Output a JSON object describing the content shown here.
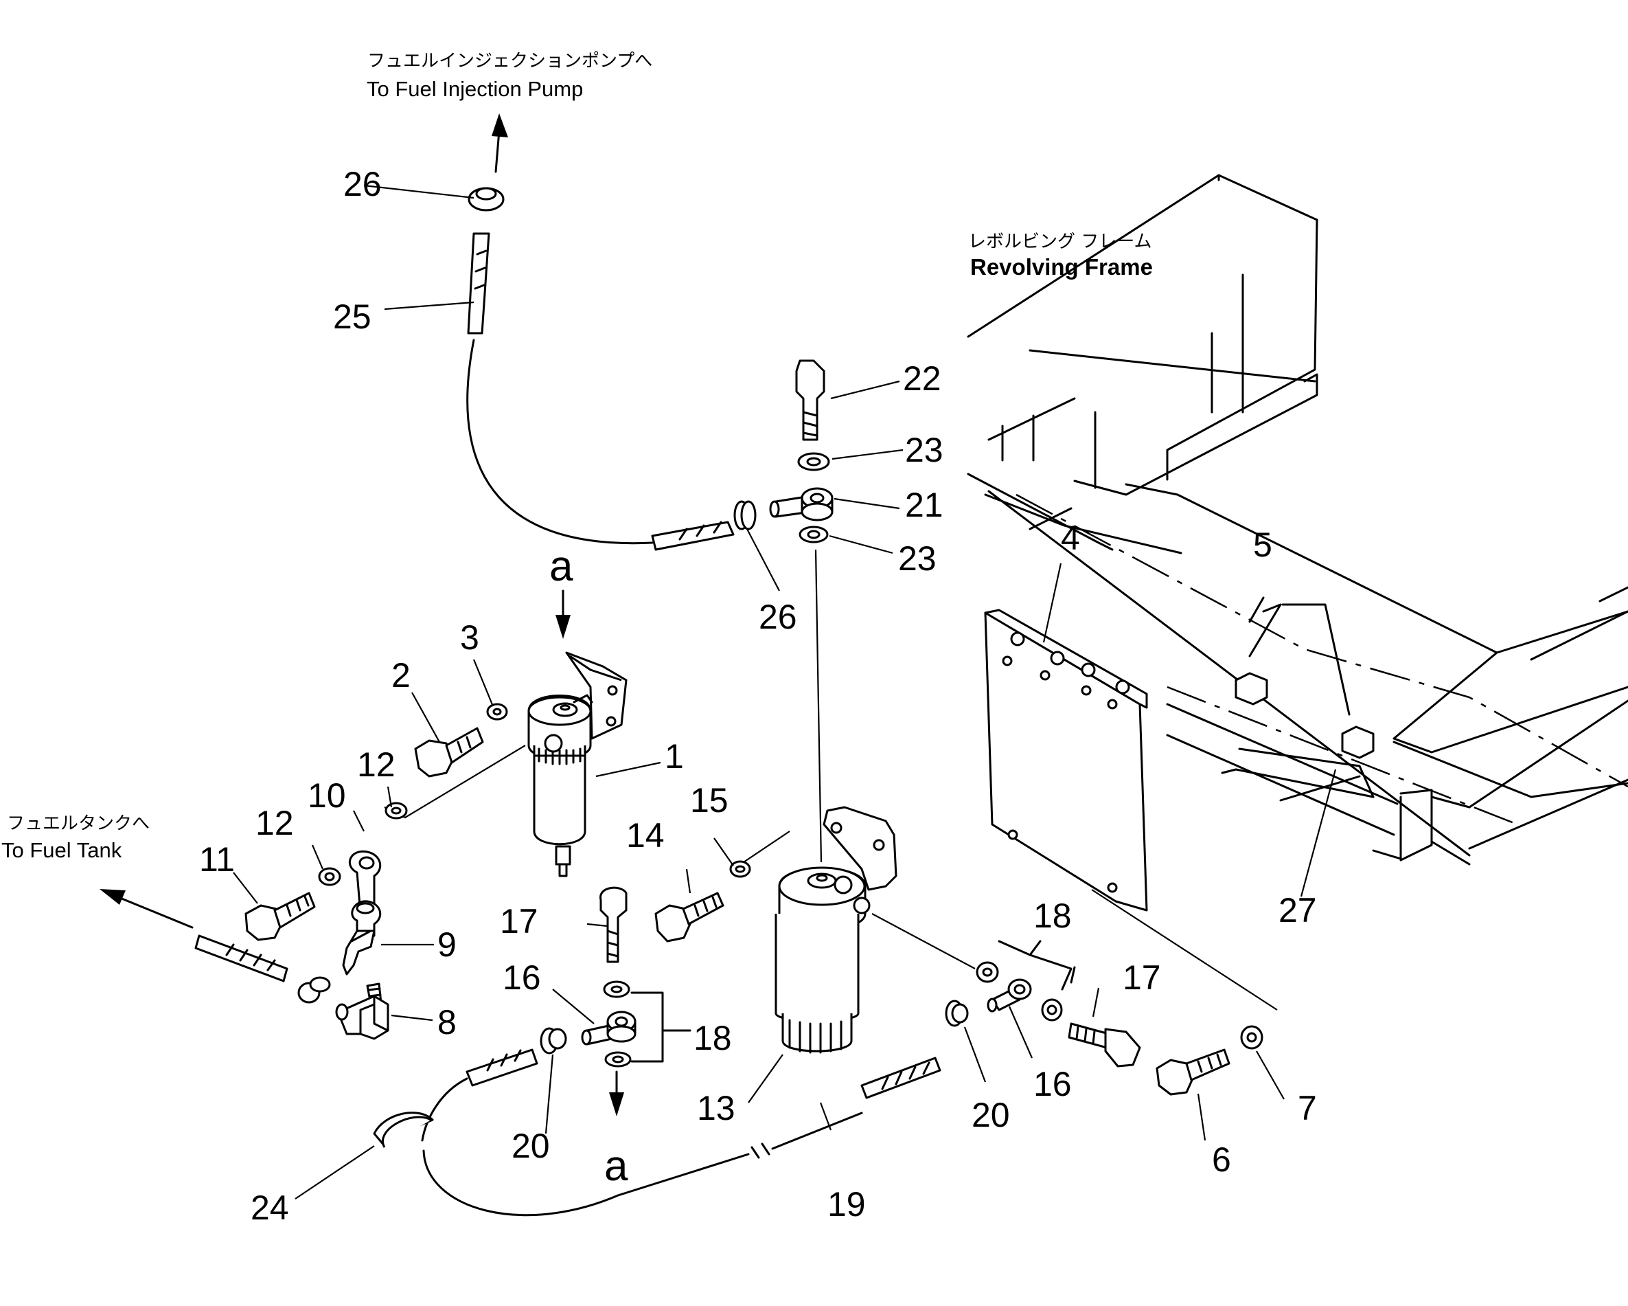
{
  "callouts": {
    "to_pump": {
      "jp": "フュエルインジェクションポンプへ",
      "en": "To Fuel Injection Pump"
    },
    "frame": {
      "jp": "レボルビング フレーム",
      "en": "Revolving Frame"
    },
    "to_tank": {
      "jp": "フュエルタンクへ",
      "en": "To Fuel Tank"
    }
  },
  "view_marks": {
    "top": "a",
    "bottom": "a"
  },
  "part_numbers": {
    "p1": "1",
    "p2": "2",
    "p3": "3",
    "p4": "4",
    "p5": "5",
    "p6": "6",
    "p7": "7",
    "p8": "8",
    "p9": "9",
    "p10": "10",
    "p11": "11",
    "p12a": "12",
    "p12b": "12",
    "p13": "13",
    "p14": "14",
    "p15": "15",
    "p16a": "16",
    "p16b": "16",
    "p17a": "17",
    "p17b": "17",
    "p18a": "18",
    "p18b": "18",
    "p19": "19",
    "p20a": "20",
    "p20b": "20",
    "p21": "21",
    "p22": "22",
    "p23a": "23",
    "p23b": "23",
    "p24": "24",
    "p25": "25",
    "p26a": "26",
    "p26b": "26",
    "p27": "27"
  }
}
